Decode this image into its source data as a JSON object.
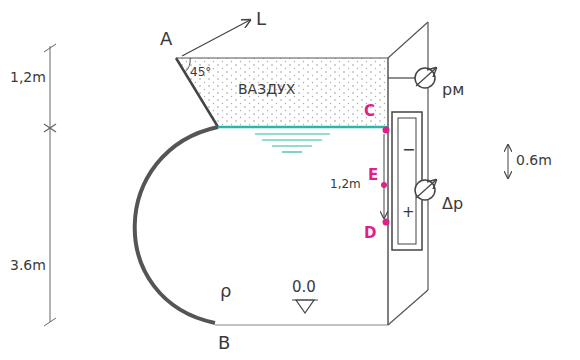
{
  "diagram": {
    "labels": [
      "A",
      "L",
      "45°",
      "ВАЗДУХ",
      "1,2m",
      "3.6m",
      "C",
      "E",
      "D",
      "1,2m",
      "pм",
      "Δp",
      "0.6m",
      "−",
      "+",
      "ρ",
      "0.0",
      "B"
    ]
  }
}
